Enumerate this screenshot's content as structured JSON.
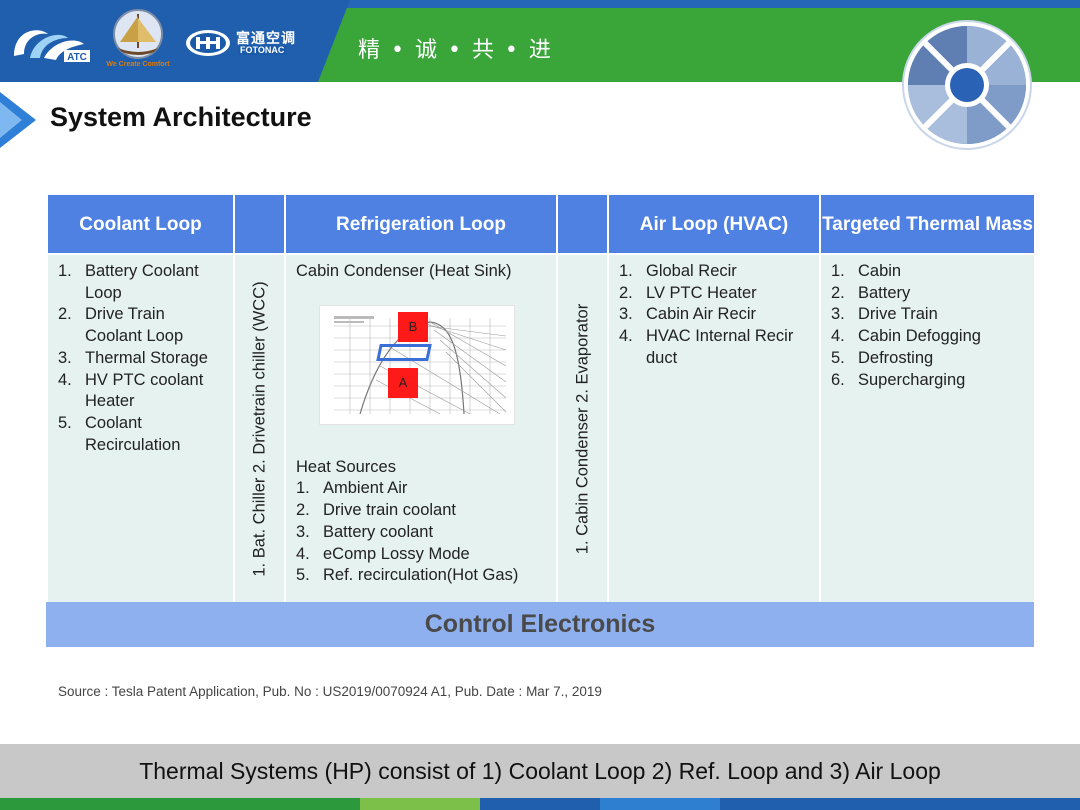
{
  "header": {
    "logo_atc_text": "ATC",
    "logo_ship_tagline": "We Create Comfort",
    "logo_foton_cn": "富通空调",
    "logo_foton_en": "FOTONAC",
    "slogan": "精 • 诚 • 共 • 进"
  },
  "title": "System Architecture",
  "table": {
    "headers": {
      "coolant": "Coolant Loop",
      "refrigeration": "Refrigeration Loop",
      "air": "Air Loop (HVAC)",
      "thermal": "Targeted Thermal Mass"
    },
    "coolant_items": [
      "Battery Coolant Loop",
      "Drive Train Coolant Loop",
      "Thermal Storage",
      "HV PTC coolant Heater",
      "Coolant Recirculation"
    ],
    "chiller_vertical": "1. Bat. Chiller 2. Drivetrain chiller (WCC)",
    "refrigeration": {
      "heat_sink": "Cabin Condenser (Heat Sink)",
      "figure_labels": {
        "b": "B",
        "a": "A"
      },
      "heat_sources_title": "Heat Sources",
      "heat_sources": [
        "Ambient Air",
        "Drive train coolant",
        "Battery coolant",
        "eComp Lossy Mode",
        "Ref. recirculation(Hot Gas)"
      ]
    },
    "condenser_vertical": "1. Cabin Condenser 2. Evaporator",
    "air_items": [
      "Global Recir",
      "LV PTC Heater",
      "Cabin Air Recir",
      "HVAC Internal Recir duct"
    ],
    "thermal_items": [
      "Cabin",
      "Battery",
      "Drive Train",
      "Cabin Defogging",
      "Defrosting",
      "Supercharging"
    ]
  },
  "control_electronics": "Control Electronics",
  "source": "Source : Tesla Patent Application, Pub. No : US2019/0070924 A1, Pub. Date : Mar 7., 2019",
  "footer": "Thermal Systems (HP) consist of 1) Coolant Loop 2) Ref. Loop and 3) Air Loop",
  "colors": {
    "header_blue": "#1f5fae",
    "header_green": "#3aa63a",
    "table_header": "#4f81e3",
    "table_body": "#e6f2ef",
    "control_bar": "#8fb0ee"
  }
}
